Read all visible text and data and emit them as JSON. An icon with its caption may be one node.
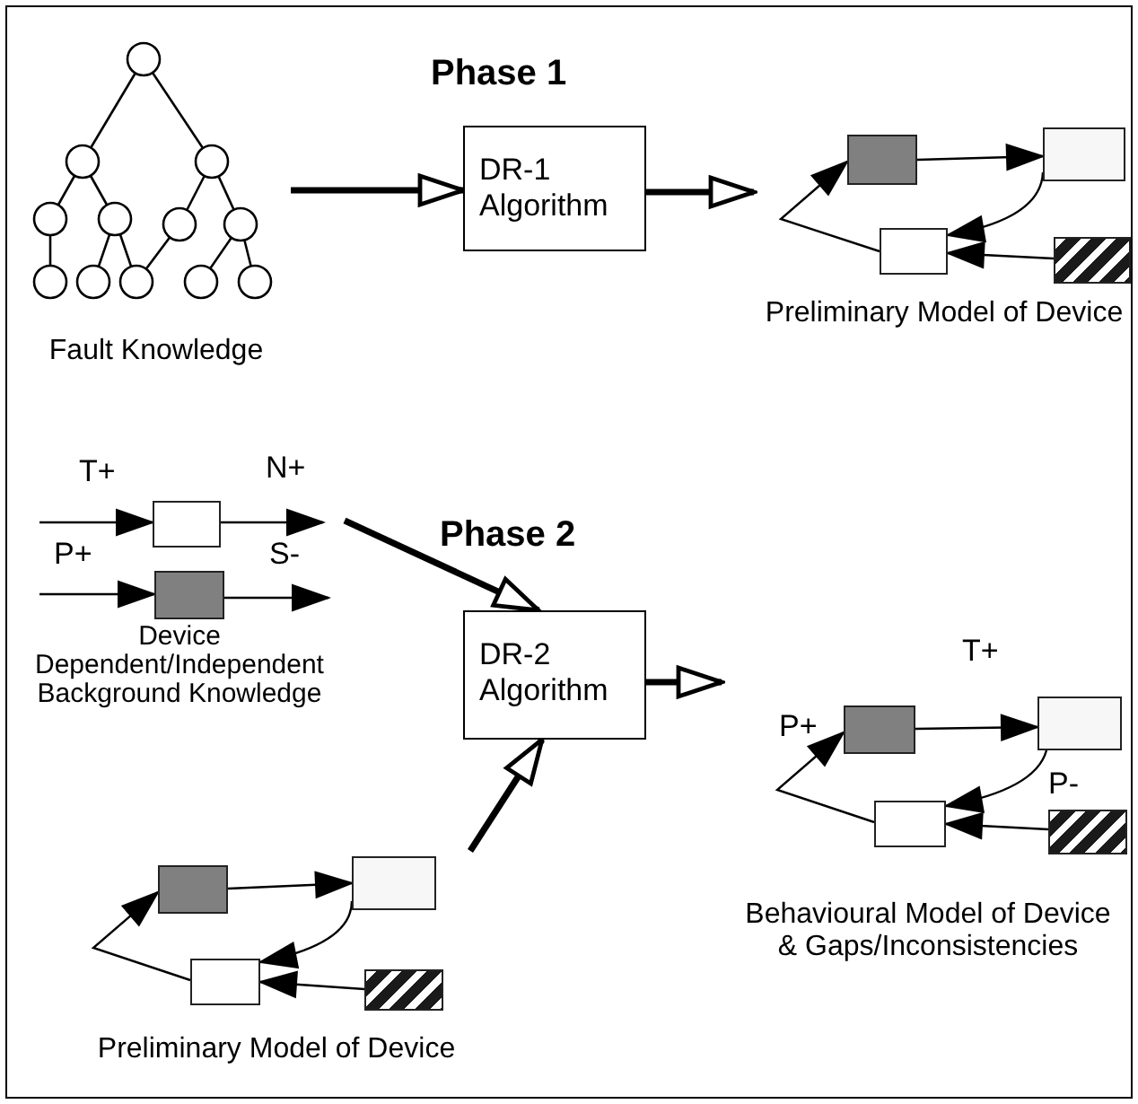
{
  "diagram": {
    "nodes": [
      {
        "text": [
          "Fault Knowledge"
        ]
      },
      {
        "text": [
          "DR-1 Algorithm"
        ]
      },
      {
        "text": [
          "Preliminary Model of Device"
        ]
      },
      {
        "text": [],
        "shape": "box",
        "in": 2
      },
      {
        "text": [],
        "shape": "box",
        "in": 2
      },
      {
        "text": [],
        "shape": "box",
        "in": 2
      },
      {
        "text": [],
        "shape": "box",
        "in": 2
      },
      {
        "text": [
          "Device Dependent/Independent Background Knowledge"
        ]
      },
      {
        "text": [],
        "shape": "box",
        "in": 7
      },
      {
        "text": [],
        "shape": "box",
        "in": 7
      },
      {
        "text": [
          "DR-2 Algorithm"
        ]
      },
      {
        "text": [
          "Preliminary Model of Device"
        ]
      },
      {
        "text": [],
        "shape": "box",
        "in": 11
      },
      {
        "text": [],
        "shape": "box",
        "in": 11
      },
      {
        "text": [],
        "shape": "box",
        "in": 11
      },
      {
        "text": [],
        "shape": "box",
        "in": 11
      },
      {
        "text": [
          "Behavioural Model of Device",
          "& Gaps/Inconsistencies"
        ]
      },
      {
        "text": [],
        "shape": "box",
        "in": 16
      },
      {
        "text": [],
        "shape": "box",
        "in": 16
      },
      {
        "text": [],
        "shape": "box",
        "in": 16
      },
      {
        "text": [],
        "shape": "box",
        "in": 16
      }
    ],
    "edges": [
      {
        "from": 0,
        "to": 1,
        "arrow": "to",
        "style": "thick"
      },
      {
        "from": 1,
        "to": 2,
        "arrow": "to",
        "style": "thick"
      },
      {
        "from": 3,
        "to": 4,
        "arrow": "to"
      },
      {
        "from": 4,
        "to": 5,
        "arrow": "to"
      },
      {
        "from": 6,
        "to": 5,
        "arrow": "to"
      },
      {
        "from": 5,
        "to": 3,
        "arrow": "to"
      },
      {
        "from": null,
        "to": 8,
        "arrow": "to",
        "label": "T+"
      },
      {
        "from": 8,
        "to": null,
        "arrow": "to",
        "label": "N+"
      },
      {
        "from": null,
        "to": 9,
        "arrow": "to",
        "label": "P+"
      },
      {
        "from": 9,
        "to": null,
        "arrow": "to",
        "label": "S-"
      },
      {
        "from": 7,
        "to": 10,
        "arrow": "to",
        "style": "thick"
      },
      {
        "from": 11,
        "to": 10,
        "arrow": "to",
        "style": "thick"
      },
      {
        "from": 10,
        "to": 16,
        "arrow": "to",
        "style": "thick"
      },
      {
        "from": 17,
        "to": 18,
        "arrow": "to"
      },
      {
        "from": 18,
        "to": 19,
        "arrow": "to"
      },
      {
        "from": 20,
        "to": 19,
        "arrow": "to"
      },
      {
        "from": 19,
        "to": 17,
        "arrow": "to"
      },
      {
        "from": 12,
        "to": 13,
        "arrow": "to"
      },
      {
        "from": 13,
        "to": 14,
        "arrow": "to"
      },
      {
        "from": 15,
        "to": 14,
        "arrow": "to"
      },
      {
        "from": 14,
        "to": 12,
        "arrow": "to"
      }
    ],
    "labels": [
      "Phase 1",
      "Phase 2",
      "T+",
      "P+",
      "P-"
    ]
  }
}
